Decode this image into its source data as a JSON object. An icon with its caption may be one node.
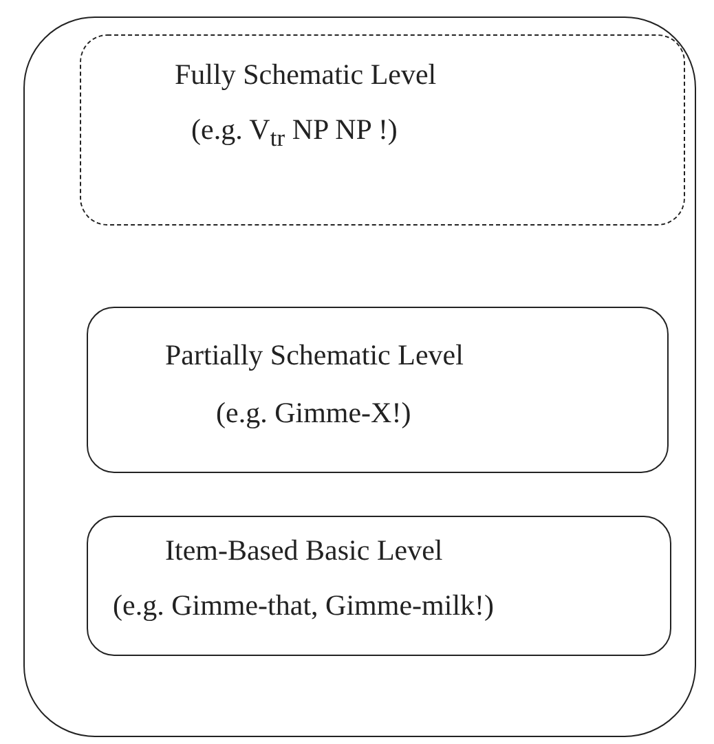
{
  "diagram": {
    "nodes": [
      {
        "text": [],
        "shape": "box"
      },
      {
        "text": [
          "Fully Schematic Level",
          "(e.g. V$_{tr}$ NP NP !)"
        ],
        "in": 0
      },
      {
        "text": [
          "Partially Schematic Level",
          "(e.g. Gimme-X!)"
        ],
        "in": 0
      },
      {
        "text": [
          "Item-Based Basic Level",
          "(e.g. Gimme-that, Gimme-milk!)"
        ],
        "in": 0
      }
    ]
  }
}
